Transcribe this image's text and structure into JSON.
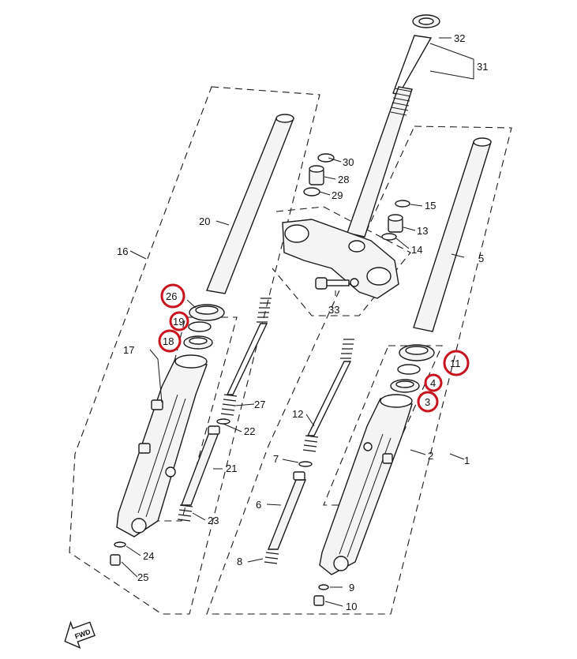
{
  "parts": [
    {
      "id": "p1",
      "label": "1"
    },
    {
      "id": "p2",
      "label": "2"
    },
    {
      "id": "p3",
      "label": "3"
    },
    {
      "id": "p4",
      "label": "4"
    },
    {
      "id": "p5",
      "label": "5"
    },
    {
      "id": "p6",
      "label": "6"
    },
    {
      "id": "p7",
      "label": "7"
    },
    {
      "id": "p8",
      "label": "8"
    },
    {
      "id": "p9",
      "label": "9"
    },
    {
      "id": "p10",
      "label": "10"
    },
    {
      "id": "p11",
      "label": "11"
    },
    {
      "id": "p12",
      "label": "12"
    },
    {
      "id": "p13",
      "label": "13"
    },
    {
      "id": "p14",
      "label": "14"
    },
    {
      "id": "p15",
      "label": "15"
    },
    {
      "id": "p16",
      "label": "16"
    },
    {
      "id": "p17",
      "label": "17"
    },
    {
      "id": "p18",
      "label": "18"
    },
    {
      "id": "p19",
      "label": "19"
    },
    {
      "id": "p20",
      "label": "20"
    },
    {
      "id": "p21",
      "label": "21"
    },
    {
      "id": "p22",
      "label": "22"
    },
    {
      "id": "p23",
      "label": "23"
    },
    {
      "id": "p24",
      "label": "24"
    },
    {
      "id": "p25",
      "label": "25"
    },
    {
      "id": "p26",
      "label": "26"
    },
    {
      "id": "p27",
      "label": "27"
    },
    {
      "id": "p28",
      "label": "28"
    },
    {
      "id": "p29",
      "label": "29"
    },
    {
      "id": "p30",
      "label": "30"
    },
    {
      "id": "p31",
      "label": "31"
    },
    {
      "id": "p32",
      "label": "32"
    },
    {
      "id": "p33",
      "label": "33"
    }
  ],
  "highlighted_parts": [
    "26",
    "19",
    "18",
    "11",
    "4",
    "3"
  ],
  "fwd_label": "FWD",
  "colors": {
    "highlight": "#c8141e",
    "line": "#1a1a1a",
    "background": "#ffffff"
  }
}
